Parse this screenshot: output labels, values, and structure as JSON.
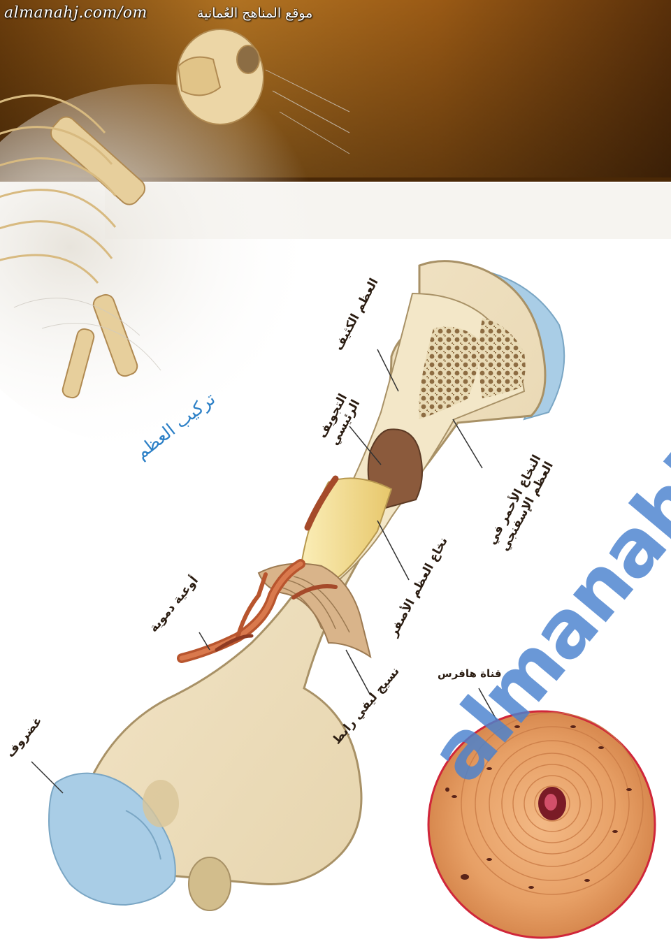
{
  "header": {
    "url": "almanahj.com/om",
    "site_name": "موقع المناهج العُمانية"
  },
  "diagram": {
    "title": "تركيب العظم",
    "labels": {
      "compact_bone": "العظم الكثيف",
      "central_cavity": "التجويف الرئيسي",
      "red_marrow": "النخاع الأحمر في العظم الإسفنجي",
      "yellow_marrow": "نخاع العظم الأصفر",
      "blood_vessels": "أوعية دموية",
      "periosteum": "نسيج ليفي رابط",
      "cartilage": "غضروف",
      "haversian_canal": "قناة هافرس"
    }
  },
  "watermark": "almanahj",
  "colors": {
    "title_blue": "#2b7fc6",
    "watermark_blue": "#4a82cf",
    "bone": "#efe1bd",
    "cartilage": "#a9cde6",
    "yellow_marrow": "#f3dc8f",
    "red_marrow": "#8b5a3c",
    "osteon": "#e9a46a"
  }
}
